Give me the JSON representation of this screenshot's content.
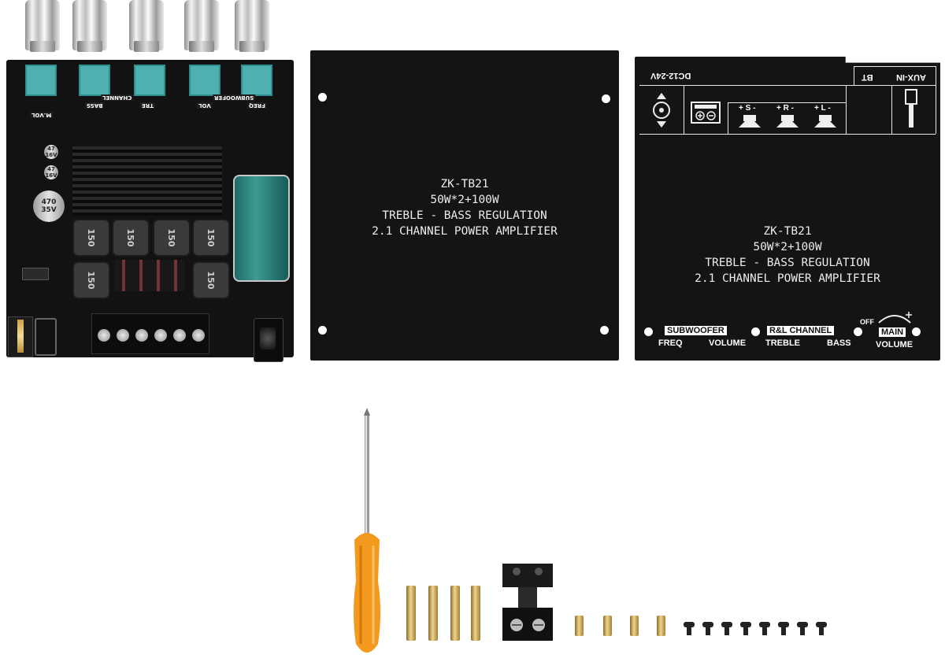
{
  "pcb": {
    "knob_labels": [
      "M.VOL",
      "BASS",
      "TRE",
      "VOL",
      "FREQ"
    ],
    "group_labels": [
      "CHANNEL",
      "SUBWOOFER"
    ],
    "inductor_marks": [
      "150",
      "150",
      "150",
      "150",
      "150",
      "150"
    ],
    "main_cap_label": "470\n35V",
    "small_caps": [
      "47\n16V",
      "47\n16V"
    ]
  },
  "plate1": {
    "lines": [
      "ZK-TB21",
      "50W*2+100W",
      "TREBLE - BASS REGULATION",
      "2.1 CHANNEL POWER AMPLIFIER"
    ]
  },
  "plate2": {
    "top_labels": {
      "power": "DC12-24V",
      "bt": "BT",
      "aux": "AUX-IN"
    },
    "speaker_labels": [
      "+ S -",
      "+ R -",
      "+ L -"
    ],
    "lines": [
      "ZK-TB21",
      "50W*2+100W",
      "TREBLE - BASS REGULATION",
      "2.1 CHANNEL POWER AMPLIFIER"
    ],
    "bottom": {
      "subwoofer": "SUBWOOFER",
      "freq": "FREQ",
      "volume": "VOLUME",
      "rl_channel": "R&L CHANNEL",
      "treble": "TREBLE",
      "bass": "BASS",
      "off": "OFF",
      "main": "MAIN",
      "main_volume": "VOLUME"
    }
  },
  "accessories": {
    "screwdriver_color": "#f39a1e",
    "brass_standoffs_long": 4,
    "brass_standoffs_short": 4,
    "black_screws": 8
  }
}
